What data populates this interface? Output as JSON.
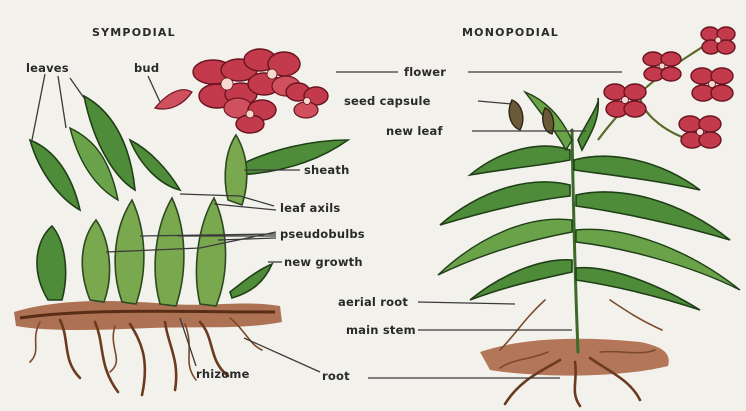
{
  "titles": {
    "left": "SYMPODIAL",
    "right": "MONOPODIAL"
  },
  "labels": {
    "leaves": "leaves",
    "bud": "bud",
    "flower": "flower",
    "seed_capsule": "seed capsule",
    "new_leaf": "new leaf",
    "sheath": "sheath",
    "leaf_axils": "leaf axils",
    "pseudobulbs": "pseudobulbs",
    "new_growth": "new growth",
    "aerial_root": "aerial root",
    "main_stem": "main stem",
    "rhizome": "rhizome",
    "root": "root"
  }
}
